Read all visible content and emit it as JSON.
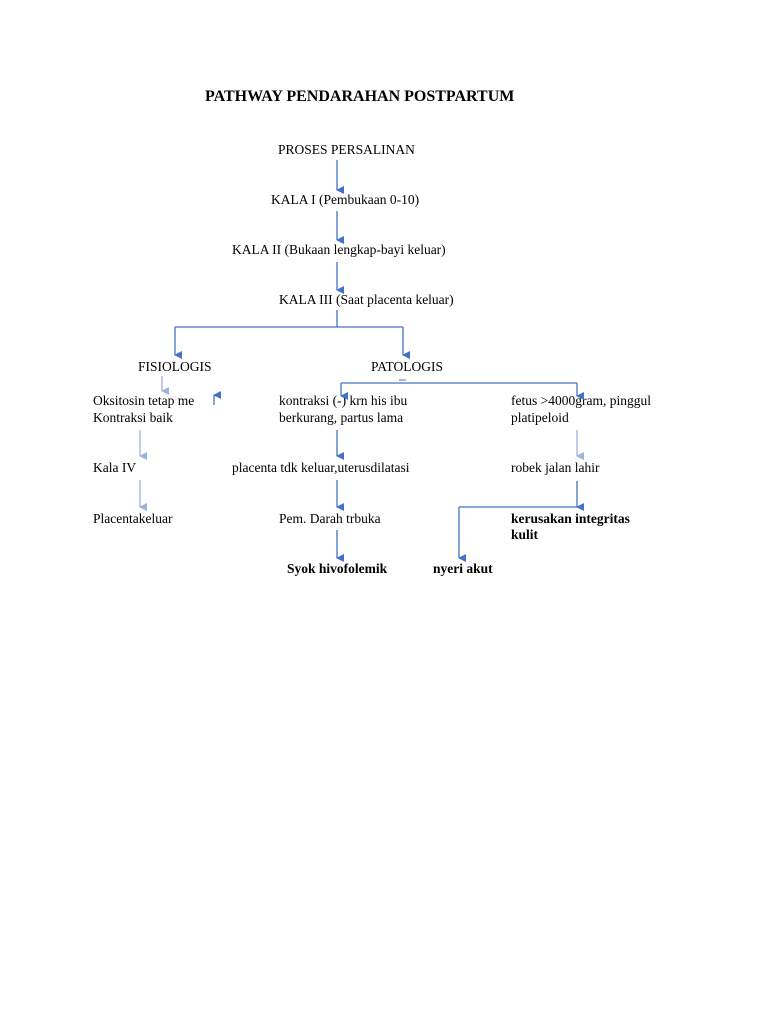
{
  "title": "PATHWAY PENDARAHAN POSTPARTUM",
  "nodes": {
    "proses": "PROSES PERSALINAN",
    "kala1": "KALA I (Pembukaan 0-10)",
    "kala2": "KALA II (Bukaan lengkap-bayi keluar)",
    "kala3": "KALA III (Saat placenta keluar)",
    "fisiologis": "FISIOLOGIS",
    "patologis": "PATOLOGIS",
    "oksitosin": "Oksitosin tetap me",
    "kontraksi_baik": "Kontraksi baik",
    "kala4": "Kala IV",
    "placenta_keluar": "Placentakeluar",
    "kontraksi_line1": "kontraksi (-) krn his ibu",
    "kontraksi_line2": "berkurang, partus lama",
    "placenta_tdk": "placenta tdk keluar,uterusdilatasi",
    "pem_darah": "Pem. Darah trbuka",
    "syok": "Syok hivofolemik",
    "fetus_line1": "fetus >4000gram, pinggul",
    "fetus_line2": "platipeloid",
    "robek": "robek jalan lahir",
    "kerusakan_line1": "kerusakan integritas",
    "kerusakan_line2": "kulit",
    "nyeri": "nyeri akut"
  },
  "colors": {
    "arrow": "#4472c4",
    "arrow_faint": "#9db3dc",
    "text": "#000000"
  }
}
